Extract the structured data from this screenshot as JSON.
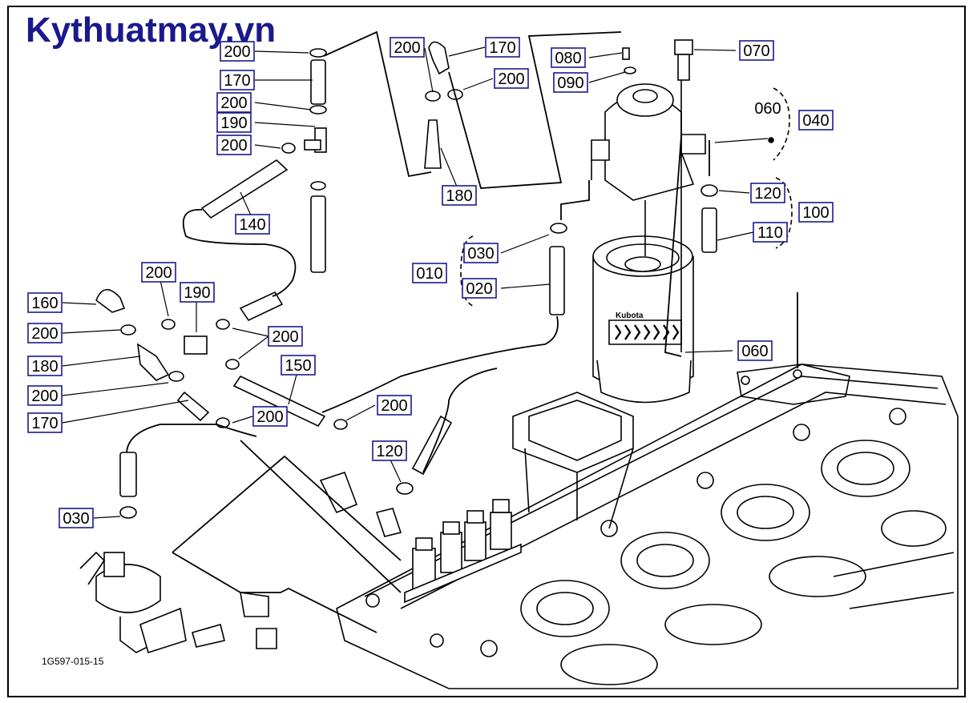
{
  "watermark": "Kythuatmay.vn",
  "drawing_code": "1G597-015-15",
  "callouts": [
    {
      "id": "c01",
      "label": "200",
      "boxed": true
    },
    {
      "id": "c02",
      "label": "170",
      "boxed": true
    },
    {
      "id": "c03",
      "label": "200",
      "boxed": true
    },
    {
      "id": "c04",
      "label": "190",
      "boxed": true
    },
    {
      "id": "c05",
      "label": "200",
      "boxed": true
    },
    {
      "id": "c06",
      "label": "140",
      "boxed": true
    },
    {
      "id": "c07",
      "label": "200",
      "boxed": true
    },
    {
      "id": "c08",
      "label": "170",
      "boxed": true
    },
    {
      "id": "c09",
      "label": "200",
      "boxed": true
    },
    {
      "id": "c10",
      "label": "180",
      "boxed": true
    },
    {
      "id": "c11",
      "label": "080",
      "boxed": true
    },
    {
      "id": "c12",
      "label": "090",
      "boxed": true
    },
    {
      "id": "c13",
      "label": "070",
      "boxed": true
    },
    {
      "id": "c14",
      "label": "060",
      "boxed": false
    },
    {
      "id": "c15",
      "label": "040",
      "boxed": true
    },
    {
      "id": "c16",
      "label": "120",
      "boxed": true
    },
    {
      "id": "c17",
      "label": "100",
      "boxed": true
    },
    {
      "id": "c18",
      "label": "110",
      "boxed": true
    },
    {
      "id": "c19",
      "label": "030",
      "boxed": true
    },
    {
      "id": "c20",
      "label": "010",
      "boxed": true
    },
    {
      "id": "c21",
      "label": "020",
      "boxed": true
    },
    {
      "id": "c22",
      "label": "060",
      "boxed": true
    },
    {
      "id": "c23",
      "label": "200",
      "boxed": true
    },
    {
      "id": "c24",
      "label": "190",
      "boxed": true
    },
    {
      "id": "c25",
      "label": "160",
      "boxed": true
    },
    {
      "id": "c26",
      "label": "200",
      "boxed": true
    },
    {
      "id": "c27",
      "label": "200",
      "boxed": true
    },
    {
      "id": "c28",
      "label": "180",
      "boxed": true
    },
    {
      "id": "c29",
      "label": "150",
      "boxed": true
    },
    {
      "id": "c30",
      "label": "200",
      "boxed": true
    },
    {
      "id": "c31",
      "label": "200",
      "boxed": true
    },
    {
      "id": "c32",
      "label": "200",
      "boxed": true
    },
    {
      "id": "c33",
      "label": "170",
      "boxed": true
    },
    {
      "id": "c34",
      "label": "120",
      "boxed": true
    },
    {
      "id": "c35",
      "label": "030",
      "boxed": true
    }
  ],
  "filter_brand": "Kubota"
}
